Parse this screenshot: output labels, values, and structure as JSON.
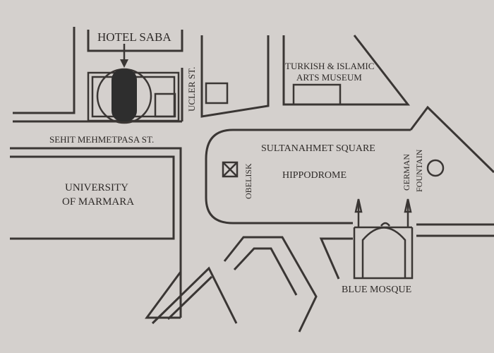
{
  "labels": {
    "hotel": "HOTEL SABA",
    "ucler_st": "UCLER ST.",
    "museum_line1": "TURKISH & ISLAMIC",
    "museum_line2": "ARTS MUSEUM",
    "sehit_st": "SEHIT MEHMETPASA ST.",
    "university_line1": "UNIVERSITY",
    "university_line2": "OF MARMARA",
    "sultanahmet": "SULTANAHMET SQUARE",
    "hippodrome": "HIPPODROME",
    "obelisk": "OBELISK",
    "german_line1": "GERMAN",
    "german_line2": "FOUNTAIN",
    "blue_mosque": "BLUE MOSQUE"
  },
  "colors": {
    "card": "#d4d0cd",
    "ink": "#3a3634",
    "hotel_marker": "#2e2e2e"
  },
  "icons": {
    "obelisk": "crossed-square-icon",
    "german_fountain": "circle-icon",
    "blue_mosque": "mosque-outline-icon",
    "hotel": "location-arrow-icon"
  }
}
